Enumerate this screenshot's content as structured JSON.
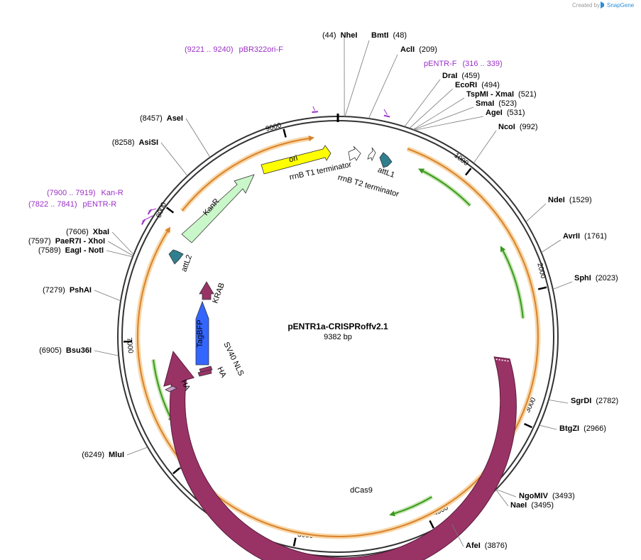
{
  "plasmid": {
    "name": "pENTR1a-CRISPRoffv2.1",
    "size_label": "9382 bp",
    "length": 9382
  },
  "credit": {
    "prefix": "Created by",
    "brand": "SnapGene"
  },
  "ruler_ticks": [
    {
      "bp": 1000,
      "label": "1000"
    },
    {
      "bp": 2000,
      "label": "2000"
    },
    {
      "bp": 3000,
      "label": "3000"
    },
    {
      "bp": 4000,
      "label": "4000"
    },
    {
      "bp": 5000,
      "label": "5000"
    },
    {
      "bp": 6000,
      "label": "6000"
    },
    {
      "bp": 7000,
      "label": "7000"
    },
    {
      "bp": 8000,
      "label": "8000"
    },
    {
      "bp": 9000,
      "label": "9000"
    }
  ],
  "restriction_sites": [
    {
      "name": "NheI",
      "pos": "(44)",
      "bp": 44,
      "pos_first": true
    },
    {
      "name": "BmtI",
      "pos": "(48)",
      "bp": 48
    },
    {
      "name": "AclI",
      "pos": "(209)",
      "bp": 209
    },
    {
      "name": "DraI",
      "pos": "(459)",
      "bp": 459
    },
    {
      "name": "EcoRI",
      "pos": "(494)",
      "bp": 494
    },
    {
      "name": "TspMI - XmaI",
      "pos": "(521)",
      "bp": 521
    },
    {
      "name": "SmaI",
      "pos": "(523)",
      "bp": 523
    },
    {
      "name": "AgeI",
      "pos": "(531)",
      "bp": 531
    },
    {
      "name": "NcoI",
      "pos": "(992)",
      "bp": 992
    },
    {
      "name": "NdeI",
      "pos": "(1529)",
      "bp": 1529
    },
    {
      "name": "AvrII",
      "pos": "(1761)",
      "bp": 1761
    },
    {
      "name": "SphI",
      "pos": "(2023)",
      "bp": 2023
    },
    {
      "name": "SgrDI",
      "pos": "(2782)",
      "bp": 2782
    },
    {
      "name": "BtgZI",
      "pos": "(2966)",
      "bp": 2966
    },
    {
      "name": "NgoMIV",
      "pos": "(3493)",
      "bp": 3493
    },
    {
      "name": "NaeI",
      "pos": "(3495)",
      "bp": 3495
    },
    {
      "name": "AfeI",
      "pos": "(3876)",
      "bp": 3876
    },
    {
      "name": "MluI",
      "pos": "(6249)",
      "bp": 6249,
      "pos_first": true
    },
    {
      "name": "Bsu36I",
      "pos": "(6905)",
      "bp": 6905,
      "pos_first": true
    },
    {
      "name": "PshAI",
      "pos": "(7279)",
      "bp": 7279,
      "pos_first": true
    },
    {
      "name": "EagI - NotI",
      "pos": "(7589)",
      "bp": 7589,
      "pos_first": true
    },
    {
      "name": "PaeR7I - XhoI",
      "pos": "(7597)",
      "bp": 7597,
      "pos_first": true
    },
    {
      "name": "XbaI",
      "pos": "(7606)",
      "bp": 7606,
      "pos_first": true
    },
    {
      "name": "AsiSI",
      "pos": "(8258)",
      "bp": 8258,
      "pos_first": true
    },
    {
      "name": "AseI",
      "pos": "(8457)",
      "bp": 8457,
      "pos_first": true
    }
  ],
  "primers": [
    {
      "name": "pENTR-F",
      "range": "(316 .. 339)",
      "bp": 327,
      "name_first": true
    },
    {
      "name": "pBR322ori-F",
      "range": "(9221 .. 9240)",
      "bp": 9230
    },
    {
      "name": "Kan-R",
      "range": "(7900 .. 7919)",
      "bp": 7910
    },
    {
      "name": "pENTR-R",
      "range": "(7822 .. 7841)",
      "bp": 7831
    }
  ],
  "features": [
    {
      "name": "ori",
      "color": "#ffff00"
    },
    {
      "name": "KanR",
      "color": "#c9f7c9"
    },
    {
      "name": "rrnB T1 terminator",
      "color": "#ffffff"
    },
    {
      "name": "rrnB T2 terminator",
      "color": "#ffffff"
    },
    {
      "name": "attL1",
      "color": "#2f7f8f"
    },
    {
      "name": "attL2",
      "color": "#2f7f8f"
    },
    {
      "name": "KRAB",
      "color": "#993366"
    },
    {
      "name": "TagBFP",
      "color": "#3366ff"
    },
    {
      "name": "SV40 NLS",
      "color": "#993366"
    },
    {
      "name": "HA",
      "color": "#993366"
    },
    {
      "name": "HA",
      "color": "#cc99cc"
    },
    {
      "name": "dCas9",
      "color": "#993366"
    }
  ]
}
